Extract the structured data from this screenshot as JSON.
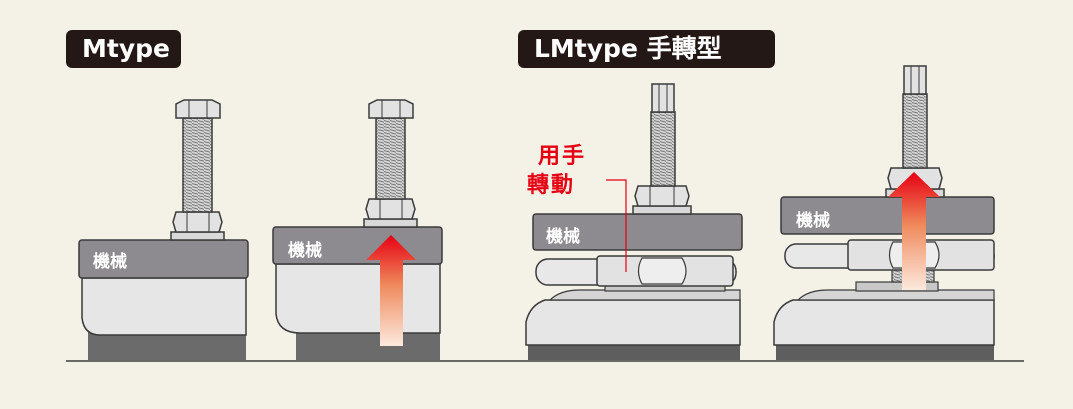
{
  "badges": {
    "m_type": "Mtype",
    "lm_type": "LMtype 手轉型"
  },
  "machine_label": "機械",
  "callout": {
    "line1": "用手",
    "line2": "轉動"
  },
  "colors": {
    "background": "#f4f1e6",
    "badge": "#231815",
    "machine_plate": "#8d8a90",
    "mount_body": "#e6e6e6",
    "mount_base": "#6b6b6b",
    "accent_red": "#e60012"
  },
  "icons": {
    "lift_arrow": "up-arrow-icon"
  }
}
